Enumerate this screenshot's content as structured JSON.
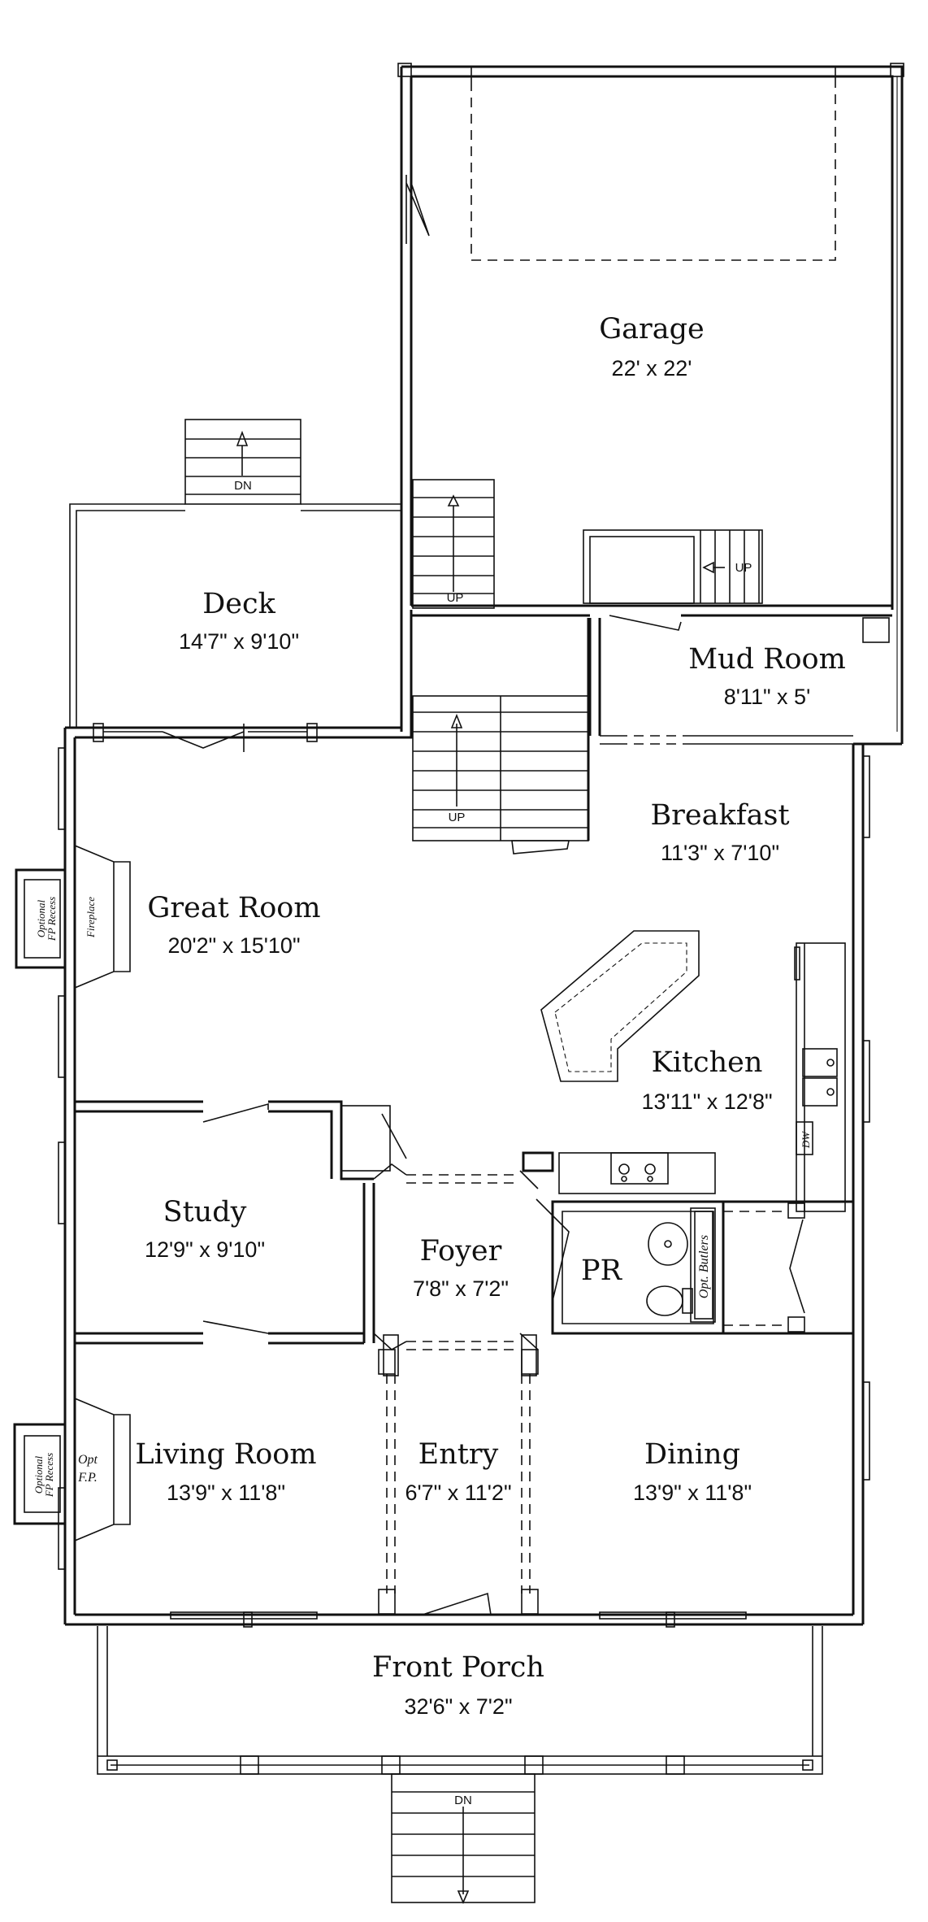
{
  "rooms": {
    "garage": {
      "name": "Garage",
      "dims": "22' x 22'"
    },
    "deck": {
      "name": "Deck",
      "dims": "14'7\" x 9'10\""
    },
    "mud_room": {
      "name": "Mud Room",
      "dims": "8'11\" x 5'"
    },
    "breakfast": {
      "name": "Breakfast",
      "dims": "11'3\" x 7'10\""
    },
    "great_room": {
      "name": "Great Room",
      "dims": "20'2\" x 15'10\""
    },
    "kitchen": {
      "name": "Kitchen",
      "dims": "13'11\" x 12'8\""
    },
    "study": {
      "name": "Study",
      "dims": "12'9\" x 9'10\""
    },
    "foyer": {
      "name": "Foyer",
      "dims": "7'8\" x 7'2\""
    },
    "pr": {
      "name": "PR",
      "dims": ""
    },
    "living_room": {
      "name": "Living Room",
      "dims": "13'9\" x 11'8\""
    },
    "entry": {
      "name": "Entry",
      "dims": "6'7\" x 11'2\""
    },
    "dining": {
      "name": "Dining",
      "dims": "13'9\" x 11'8\""
    },
    "front_porch": {
      "name": "Front Porch",
      "dims": "32'6\" x 7'2\""
    }
  },
  "annotations": {
    "stair_dn": "DN",
    "stair_up": "UP",
    "fireplace": "Fireplace",
    "optional_fp_recess_line1": "Optional",
    "optional_fp_recess_line2": "FP Recess",
    "opt_fp_line1": "Opt",
    "opt_fp_line2": "F.P.",
    "opt_butlers": "Opt. Butlers",
    "dw": "DW"
  }
}
